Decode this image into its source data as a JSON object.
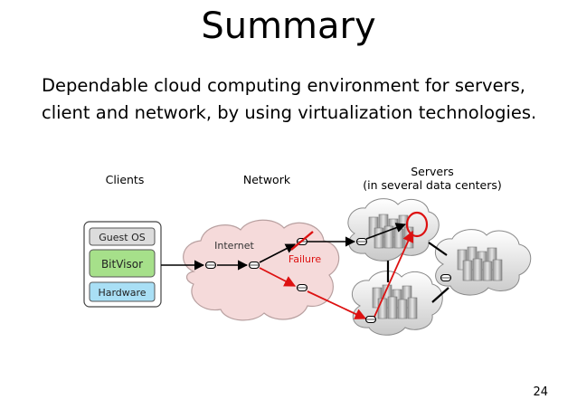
{
  "slide": {
    "title": "Summary",
    "body_lines": [
      "Dependable cloud computing environment for servers,",
      "client and network, by using virtualization technologies."
    ],
    "page_number": "24"
  },
  "diagram": {
    "labels": {
      "clients": "Clients",
      "network": "Network",
      "servers_line1": "Servers",
      "servers_line2": "(in several data centers)"
    },
    "client_stack": {
      "guest_os": "Guest OS",
      "bitvisor": "BitVisor",
      "hardware": "Hardware"
    },
    "internet_label": "Internet",
    "failure_label": "Failure"
  },
  "colors": {
    "failure_red": "#dd1111",
    "bitvisor_green": "#a6e08a",
    "hardware_blue": "#a9dff5",
    "cloud_fill": "#f5dada"
  }
}
